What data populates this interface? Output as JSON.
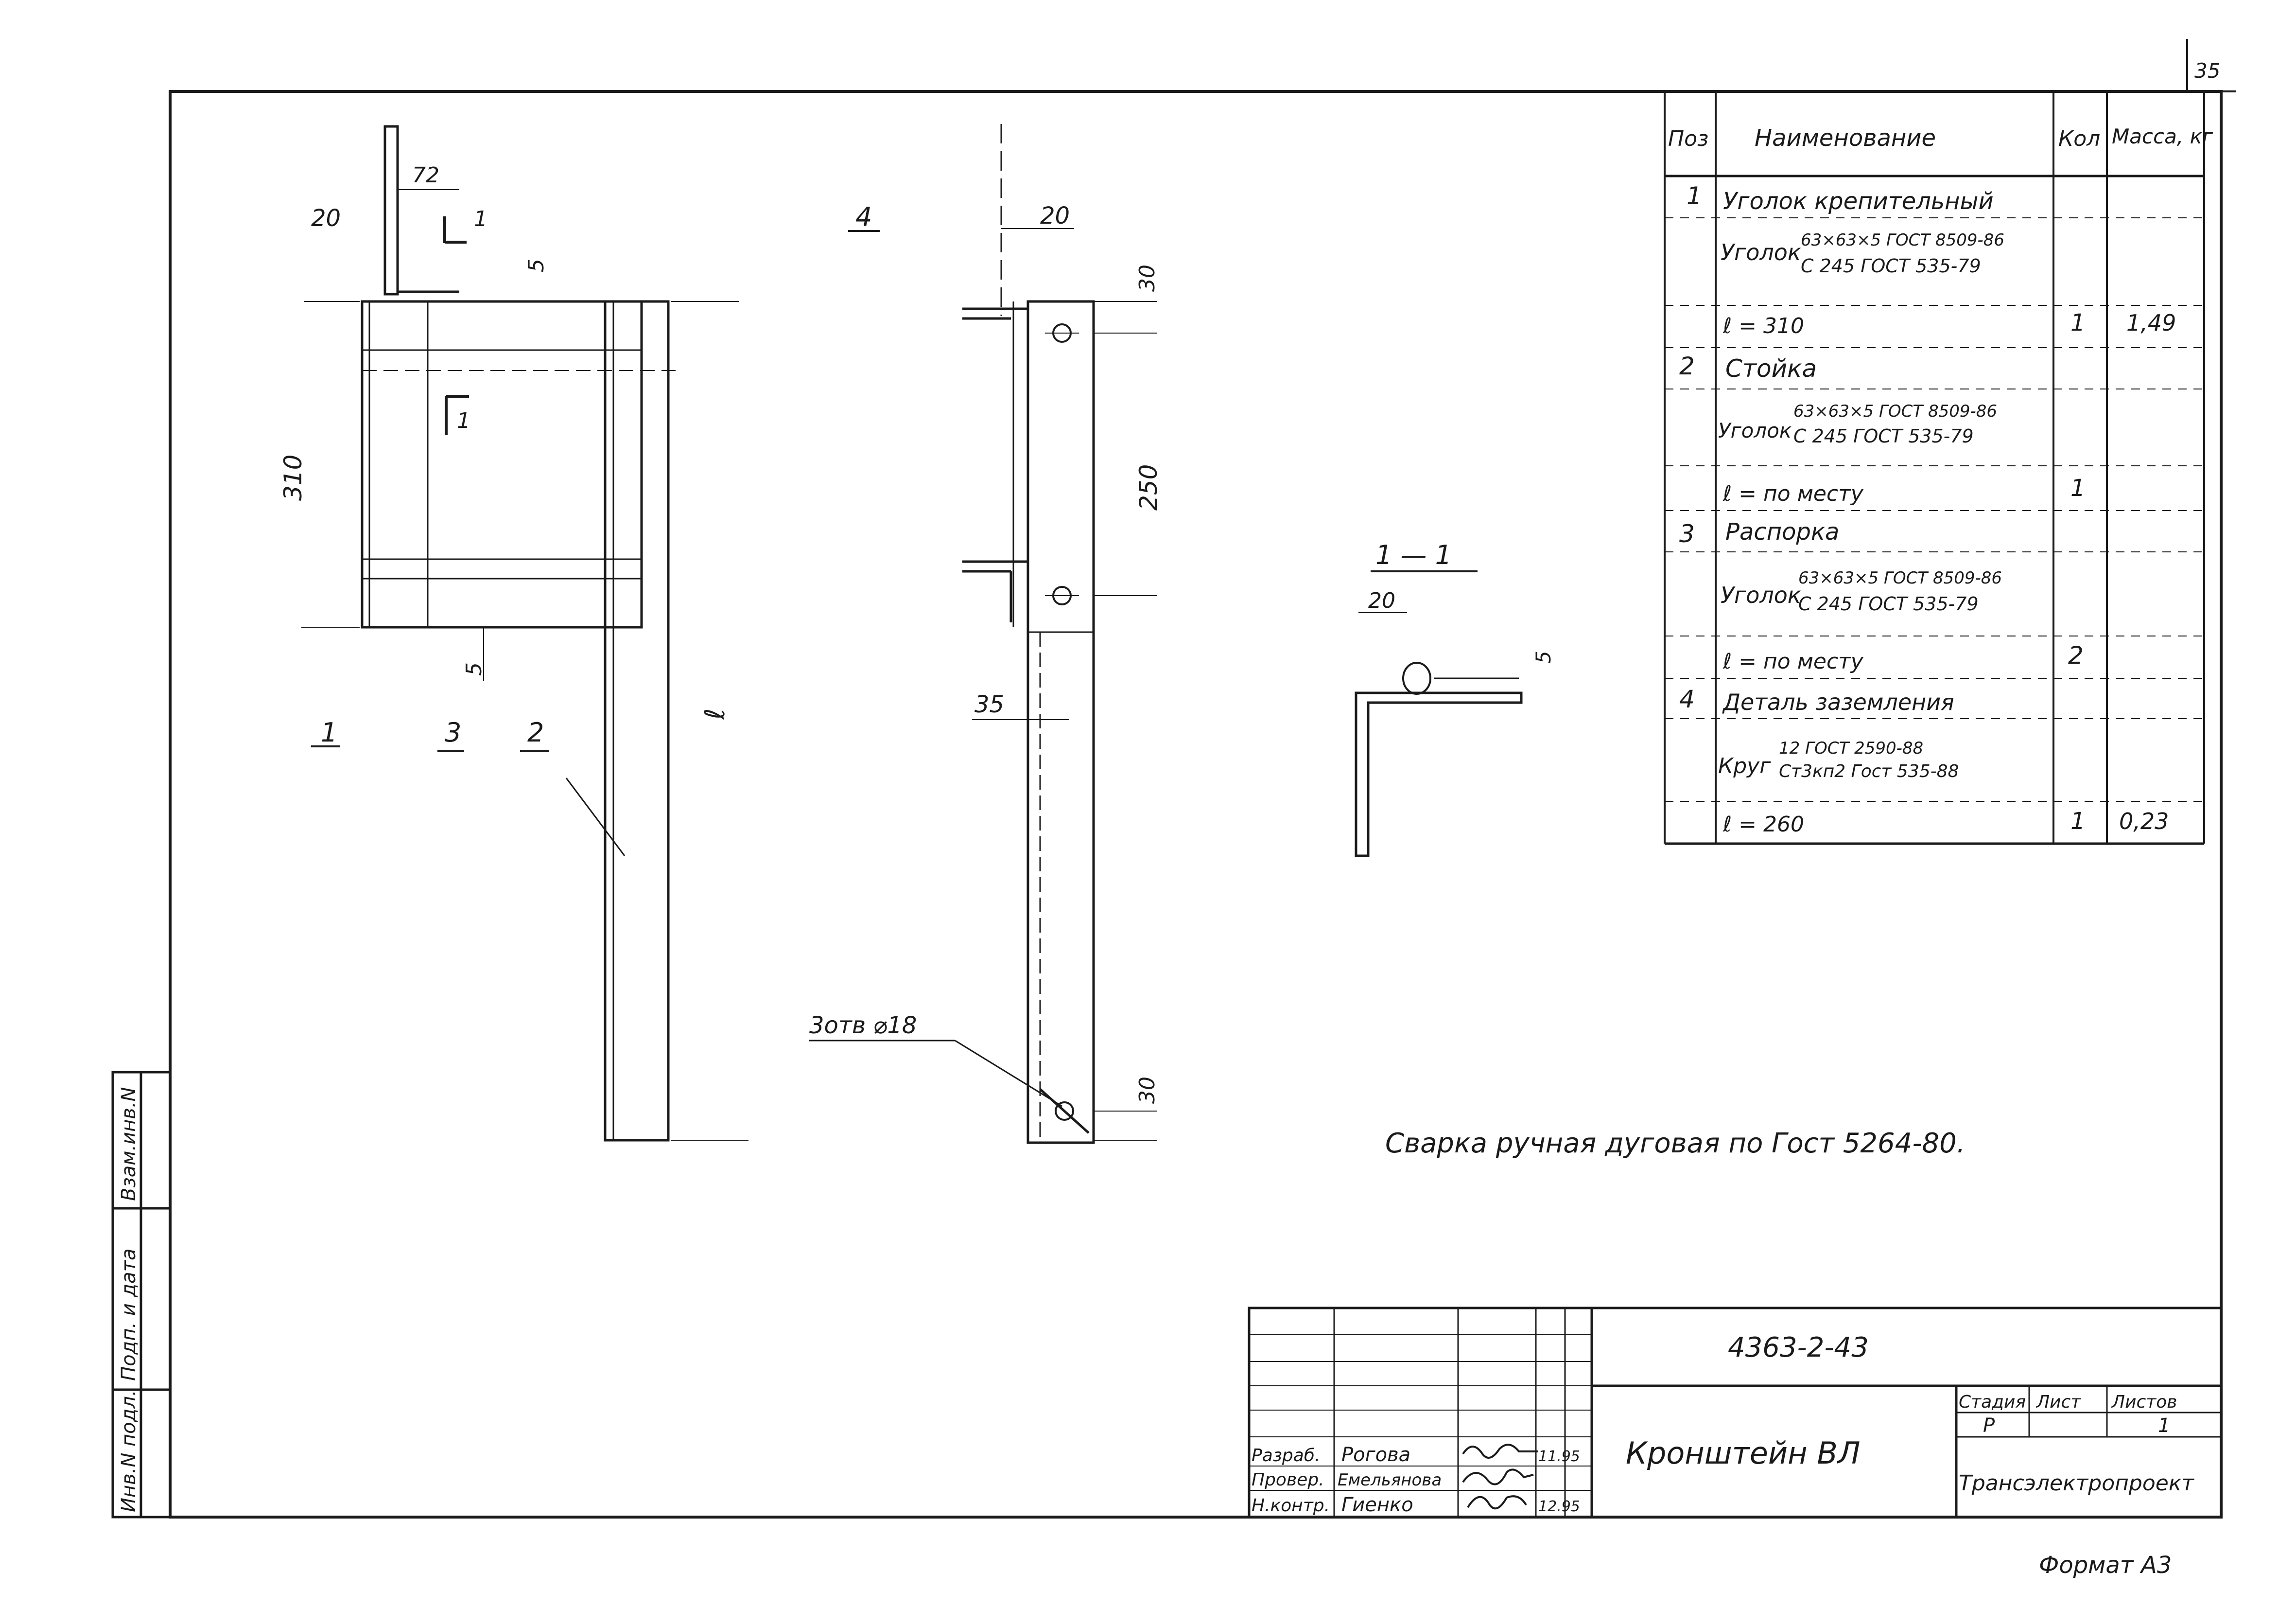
{
  "sheet_number": "35",
  "format_label": "Формат А3",
  "drawing": {
    "dims": {
      "d72": "72",
      "d20a": "20",
      "d1a": "1",
      "d5a": "5",
      "d310": "310",
      "d1b": "1",
      "d5b": "5",
      "dl": "ℓ",
      "d4": "4",
      "d20b": "20",
      "d30a": "30",
      "d250": "250",
      "d35": "35",
      "d30b": "30",
      "hole_note": "3отв ⌀18"
    },
    "callouts": {
      "c1": "1",
      "c3": "3",
      "c2": "2"
    },
    "section": {
      "label": "1 — 1",
      "d20": "20",
      "d5": "5"
    },
    "welding_note": "Сварка ручная дуговая по Гост 5264-80."
  },
  "spec": {
    "headers": {
      "pos": "Поз",
      "name": "Наименование",
      "qty": "Кол",
      "mass": "Масса, кг"
    },
    "rows": [
      {
        "pos": "1",
        "name": "Уголок крепительный",
        "qty": "",
        "mass": ""
      },
      {
        "pos": "",
        "name_main": "Уголок",
        "name_top": "63×63×5 ГОСТ 8509-86",
        "name_bottom": "С 245 ГОСТ 535-79",
        "qty": "",
        "mass": ""
      },
      {
        "pos": "",
        "name": "ℓ = 310",
        "qty": "1",
        "mass": "1,49"
      },
      {
        "pos": "2",
        "name": "Стойка",
        "qty": "",
        "mass": ""
      },
      {
        "pos": "",
        "name_main": "Уголок",
        "name_top": "63×63×5 ГОСТ 8509-86",
        "name_bottom": "С 245 ГОСТ 535-79",
        "qty": "",
        "mass": ""
      },
      {
        "pos": "",
        "name": "ℓ = по месту",
        "qty": "1",
        "mass": ""
      },
      {
        "pos": "3",
        "name": "Распорка",
        "qty": "",
        "mass": ""
      },
      {
        "pos": "",
        "name_main": "Уголок",
        "name_top": "63×63×5 ГОСТ 8509-86",
        "name_bottom": "С 245 ГОСТ 535-79",
        "qty": "",
        "mass": ""
      },
      {
        "pos": "",
        "name": "ℓ = по месту",
        "qty": "2",
        "mass": ""
      },
      {
        "pos": "4",
        "name": "Деталь заземления",
        "qty": "",
        "mass": ""
      },
      {
        "pos": "",
        "name_main": "Круг",
        "name_top": "12 ГОСТ 2590-88",
        "name_bottom": "Ст3кп2 Гост 535-88",
        "qty": "",
        "mass": ""
      },
      {
        "pos": "",
        "name": "ℓ = 260",
        "qty": "1",
        "mass": "0,23"
      }
    ]
  },
  "side_stamp": {
    "inv_podl": "Инв.N подл.",
    "podp_data": "Подп. и дата",
    "vzam_inv": "Взам.инв.N"
  },
  "title_block": {
    "doc_code": "4363-2-43",
    "title": "Кронштейн ВЛ",
    "stage_h": "Стадия",
    "sheet_h": "Лист",
    "sheets_h": "Листов",
    "stage": "Р",
    "sheet": "",
    "sheets": "1",
    "org": "Трансэлектропроект",
    "people": [
      {
        "role": "Разраб.",
        "name": "Рогова",
        "date": "11.95"
      },
      {
        "role": "Провер.",
        "name": "Емельянова",
        "date": ""
      },
      {
        "role": "Н.контр.",
        "name": "Гиенко",
        "date": "12.95"
      }
    ]
  }
}
